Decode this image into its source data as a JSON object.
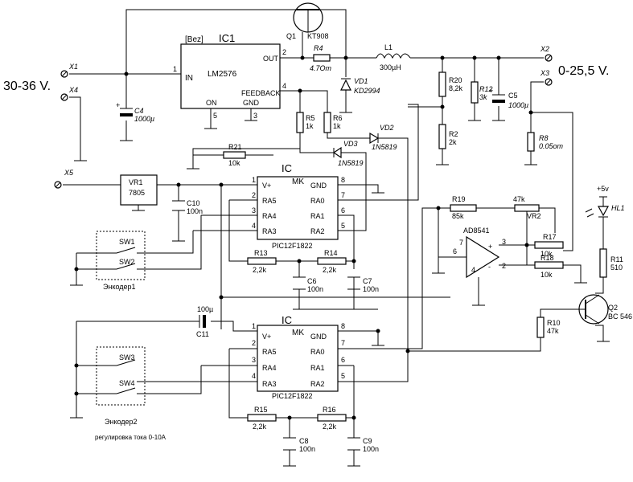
{
  "power": {
    "input_voltage": "30-36 V.",
    "output_voltage": "0-25,5 V."
  },
  "connectors": {
    "x1": "X1",
    "x2": "X2",
    "x3": "X3",
    "x4": "X4",
    "x5": "X5"
  },
  "ic1": {
    "tag": "[Bez]",
    "ref": "IC1",
    "part": "LM2576",
    "pin_in": "IN",
    "pin_out": "OUT",
    "pin_on": "ON",
    "pin_gnd": "GND",
    "pin_feedback": "FEEDBACK",
    "pin1": "1",
    "pin2": "2",
    "pin3": "3",
    "pin4": "4",
    "pin5": "5"
  },
  "q1": {
    "ref": "Q1",
    "part": "KT908"
  },
  "q2": {
    "ref": "Q2",
    "part": "BC 546"
  },
  "r4": {
    "ref": "R4",
    "value": "4.7Om"
  },
  "l1": {
    "ref": "L1",
    "value": "300µH"
  },
  "vd1": {
    "ref": "VD1",
    "part": "KD2994"
  },
  "vd2": {
    "ref": "VD2",
    "part": "1N5819"
  },
  "vd3": {
    "ref": "VD3",
    "part": "1N5819"
  },
  "c4": {
    "ref": "C4",
    "value": "1000µ"
  },
  "c5": {
    "ref": "C5",
    "value": "1000µ"
  },
  "c6": {
    "ref": "C6",
    "value": "100n"
  },
  "c7": {
    "ref": "C7",
    "value": "100n"
  },
  "c8": {
    "ref": "C8",
    "value": "100n"
  },
  "c9": {
    "ref": "C9",
    "value": "100n"
  },
  "c10": {
    "ref": "C10",
    "value": "100n"
  },
  "c11": {
    "ref": "C11",
    "value": "100µ"
  },
  "r2": {
    "ref": "R2",
    "value": "2k"
  },
  "r5": {
    "ref": "R5",
    "value": "1k"
  },
  "r6": {
    "ref": "R6",
    "value": "1k"
  },
  "r8": {
    "ref": "R8",
    "value": "0.05om"
  },
  "r10": {
    "ref": "R10",
    "value": "47k"
  },
  "r11": {
    "ref": "R11",
    "value": "510"
  },
  "r12": {
    "ref": "R12",
    "value": "3k"
  },
  "r13": {
    "ref": "R13",
    "value": "2,2k"
  },
  "r14": {
    "ref": "R14",
    "value": "2,2k"
  },
  "r15": {
    "ref": "R15",
    "value": "2,2k"
  },
  "r16": {
    "ref": "R16",
    "value": "2,2k"
  },
  "r17": {
    "ref": "R17",
    "value": "10k"
  },
  "r18": {
    "ref": "R18",
    "value": "10k"
  },
  "r19": {
    "ref": "R19",
    "value": "85k"
  },
  "r20": {
    "ref": "R20",
    "value": "8,2k"
  },
  "r21": {
    "ref": "R21",
    "value": "10k"
  },
  "vr1": {
    "ref": "VR1",
    "part": "7805"
  },
  "vr2": {
    "ref": "VR2",
    "value": "47k"
  },
  "opamp": {
    "part": "AD8541",
    "pin7": "7",
    "pin6": "6",
    "pin3": "3",
    "pin2": "2",
    "pin4": "4"
  },
  "hl1": {
    "ref": "HL1",
    "supply": "+5v"
  },
  "mk1": {
    "ref": "IC",
    "label": "MK",
    "part": "PIC12F1822",
    "p1": "V+",
    "p2": "RA5",
    "p3": "RA4",
    "p4": "RA3",
    "p8": "GND",
    "p7": "RA0",
    "p6": "RA1",
    "p5": "RA2",
    "n1": "1",
    "n2": "2",
    "n3": "3",
    "n4": "4",
    "n5": "5",
    "n6": "6",
    "n7": "7",
    "n8": "8"
  },
  "mk2": {
    "ref": "IC",
    "label": "MK",
    "part": "PIC12F1822",
    "p1": "V+",
    "p2": "RA5",
    "p3": "RA4",
    "p4": "RA3",
    "p8": "GND",
    "p7": "RA0",
    "p6": "RA1",
    "p5": "RA2",
    "n1": "1",
    "n2": "2",
    "n3": "3",
    "n4": "4",
    "n5": "5",
    "n6": "6",
    "n7": "7",
    "n8": "8"
  },
  "encoder1": {
    "label": "Энкодер1",
    "sw_a": "SW1",
    "sw_b": "SW2"
  },
  "encoder2": {
    "label": "Энкодер2",
    "sw_a": "SW3",
    "sw_b": "SW4",
    "note": "регулировка тока 0-10А"
  }
}
